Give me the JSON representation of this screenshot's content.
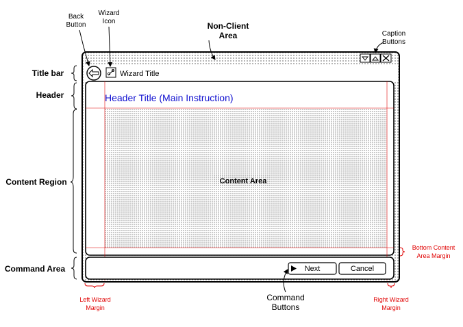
{
  "colors": {
    "accent_red": "#e00000",
    "title_blue": "#1010d0",
    "stroke": "#000000",
    "background": "#ffffff"
  },
  "icons": {
    "back": "back-arrow-icon",
    "wizard": "wizard-icon",
    "minimize": "minimize-icon",
    "maximize": "maximize-icon",
    "close": "close-icon"
  },
  "window": {
    "title": "Wizard Title",
    "header_title": "Header Title (Main Instruction)",
    "content_label": "Content Area",
    "next_label": "Next",
    "cancel_label": "Cancel"
  },
  "callouts": {
    "back_button": [
      "Back",
      "Button"
    ],
    "wizard_icon": [
      "Wizard",
      "Icon"
    ],
    "non_client": [
      "Non-Client",
      "Area"
    ],
    "caption_buttons": [
      "Caption",
      "Buttons"
    ],
    "command_buttons": [
      "Command",
      "Buttons"
    ]
  },
  "regions": {
    "title_bar": "Title bar",
    "header": "Header",
    "content_region": "Content Region",
    "command_area": "Command Area"
  },
  "margins": {
    "left": [
      "Left Wizard",
      "Margin"
    ],
    "right": [
      "Right Wizard",
      "Margin"
    ],
    "bottom": [
      "Bottom Content",
      "Area Margin"
    ]
  }
}
